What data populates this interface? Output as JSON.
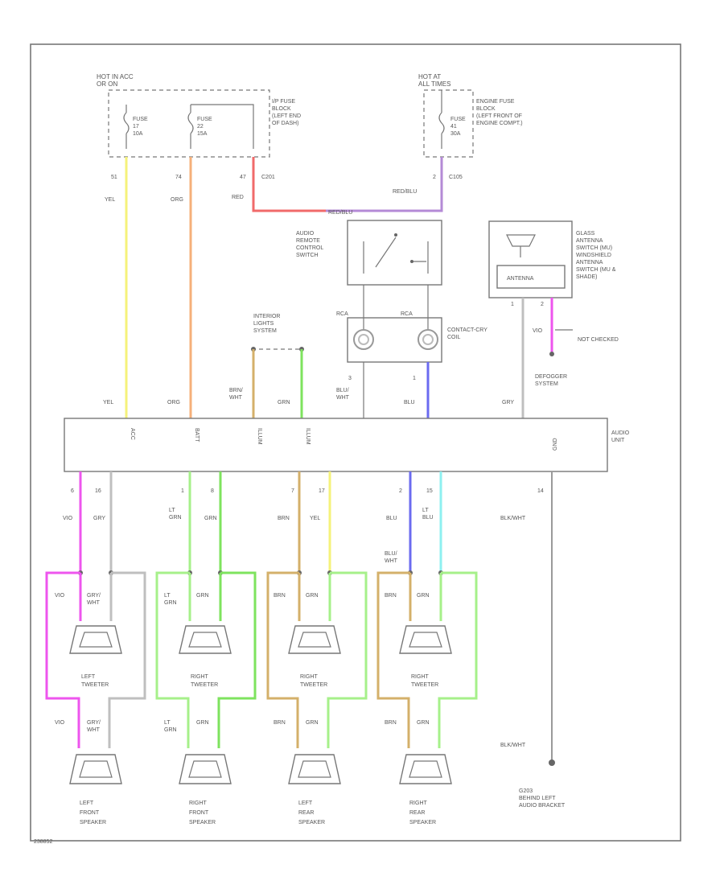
{
  "colors": {
    "yel": "#f5f27a",
    "org": "#f5b07a",
    "red": "#f06a6a",
    "redblu": "#b48ad6",
    "brn": "#d4b06a",
    "grn": "#7ee35e",
    "ltgrn": "#a6f08a",
    "blu": "#6b6bf0",
    "ltblu": "#8ef0f0",
    "vio": "#ee55ee",
    "gry": "#bfbfbf",
    "blkwht": "#9a9a9a"
  },
  "power": {
    "hot_acc": "HOT IN ACC\nOR ON",
    "fuse1": "FUSE\n17\n10A",
    "fuse2": "FUSE\n22\n15A",
    "ip_fuse_block": "I/P FUSE\nBLOCK\n(LEFT END\nOF DASH)",
    "hot_at_all_times": "HOT AT\nALL TIMES",
    "fuse3": "FUSE\n41\n30A",
    "engine_fuse_block": "ENGINE FUSE\nBLOCK\n(LEFT FRONT OF\nENGINE COMPT.)"
  },
  "wires": {
    "p_yel": "51",
    "c_yel": "YEL",
    "p_org": "74",
    "c_org": "ORG",
    "p_red": "47",
    "conn_c201": "C201",
    "c_red": "RED",
    "p_redblu": "2",
    "conn_c105": "C105",
    "c_redblu": "RED/BLU",
    "c_mid": "RED/BLU",
    "audio_unit_yel": "YEL",
    "audio_unit_org": "ORG",
    "audio_unit_brnwht": "BRN/\nWHT",
    "audio_unit_grn": "GRN",
    "blu_wht_p": "3",
    "blu_wht_c": "BLU/\nWHT",
    "blu_p": "1",
    "blu_c": "BLU",
    "gry_p": "1",
    "gry_c": "GRY",
    "vio_p": "2",
    "vio_c": "VIO"
  },
  "modules": {
    "remote_switch": "AUDIO\nREMOTE\nCONTROL\nSWITCH",
    "interior_lights": "INTERIOR\nLIGHTS\nSYSTEM",
    "contact_coil": "CONTACT-CRY\nCOIL",
    "rcl_a": "RCA",
    "rcl_b": "RCA",
    "glass_antenna": "GLASS\nANTENNA\nSWITCH (MU)\nWINDSHIELD\nANTENNA\nSWITCH (MU &\nSHADE)",
    "antenna_inner": "ANTENNA",
    "not_checked": "NOT CHECKED",
    "defogger": "DEFOGGER\nSYSTEM",
    "audio_unit": "AUDIO\nUNIT"
  },
  "audio_pins": [
    "ACC",
    "BATT",
    "ILLUM",
    "ILLUM",
    "",
    "",
    "GND"
  ],
  "outputs": {
    "lf_a_pin": "6",
    "lf_b_pin": "16",
    "lf_a_col": "VIO",
    "lf_b_col": "GRY",
    "rf_a_pin": "1",
    "rf_b_pin": "8",
    "rf_a_col": "LT\nGRN",
    "rf_b_col": "GRN",
    "lr_a_pin": "7",
    "lr_b_pin": "17",
    "lr_a_col": "BRN",
    "lr_b_col": "YEL",
    "rr_a_pin": "2",
    "rr_b_pin": "15",
    "rr_a_col": "BLU",
    "rr_b_col": "LT\nBLU",
    "gnd_pin": "14",
    "gnd_col": "BLK/WHT",
    "blu_wht_mid": "BLU/\nWHT"
  },
  "tweeters": [
    {
      "label": "LEFT\nTWEETER",
      "wa": "VIO",
      "wb": "GRY/\nWHT"
    },
    {
      "label": "RIGHT\nTWEETER",
      "wa": "LT\nGRN",
      "wb": "GRN"
    },
    {
      "label": "RIGHT\nTWEETER",
      "wa": "BRN",
      "wb": "GRN"
    },
    {
      "label": "RIGHT\nTWEETER",
      "wa": "BRN",
      "wb": "GRN"
    }
  ],
  "speakers": [
    {
      "label": "LEFT\nFRONT\nSPEAKER",
      "wa": "VIO",
      "wb": "GRY/\nWHT"
    },
    {
      "label": "RIGHT\nFRONT\nSPEAKER",
      "wa": "LT\nGRN",
      "wb": "GRN"
    },
    {
      "label": "LEFT\nREAR\nSPEAKER",
      "wa": "BRN",
      "wb": "GRN"
    },
    {
      "label": "RIGHT\nREAR\nSPEAKER",
      "wa": "BRN",
      "wb": "GRN"
    }
  ],
  "ground": {
    "wire_col": "BLK/WHT",
    "label": "G203\nBEHIND LEFT\nAUDIO BRACKET"
  },
  "footer_id": "238852"
}
